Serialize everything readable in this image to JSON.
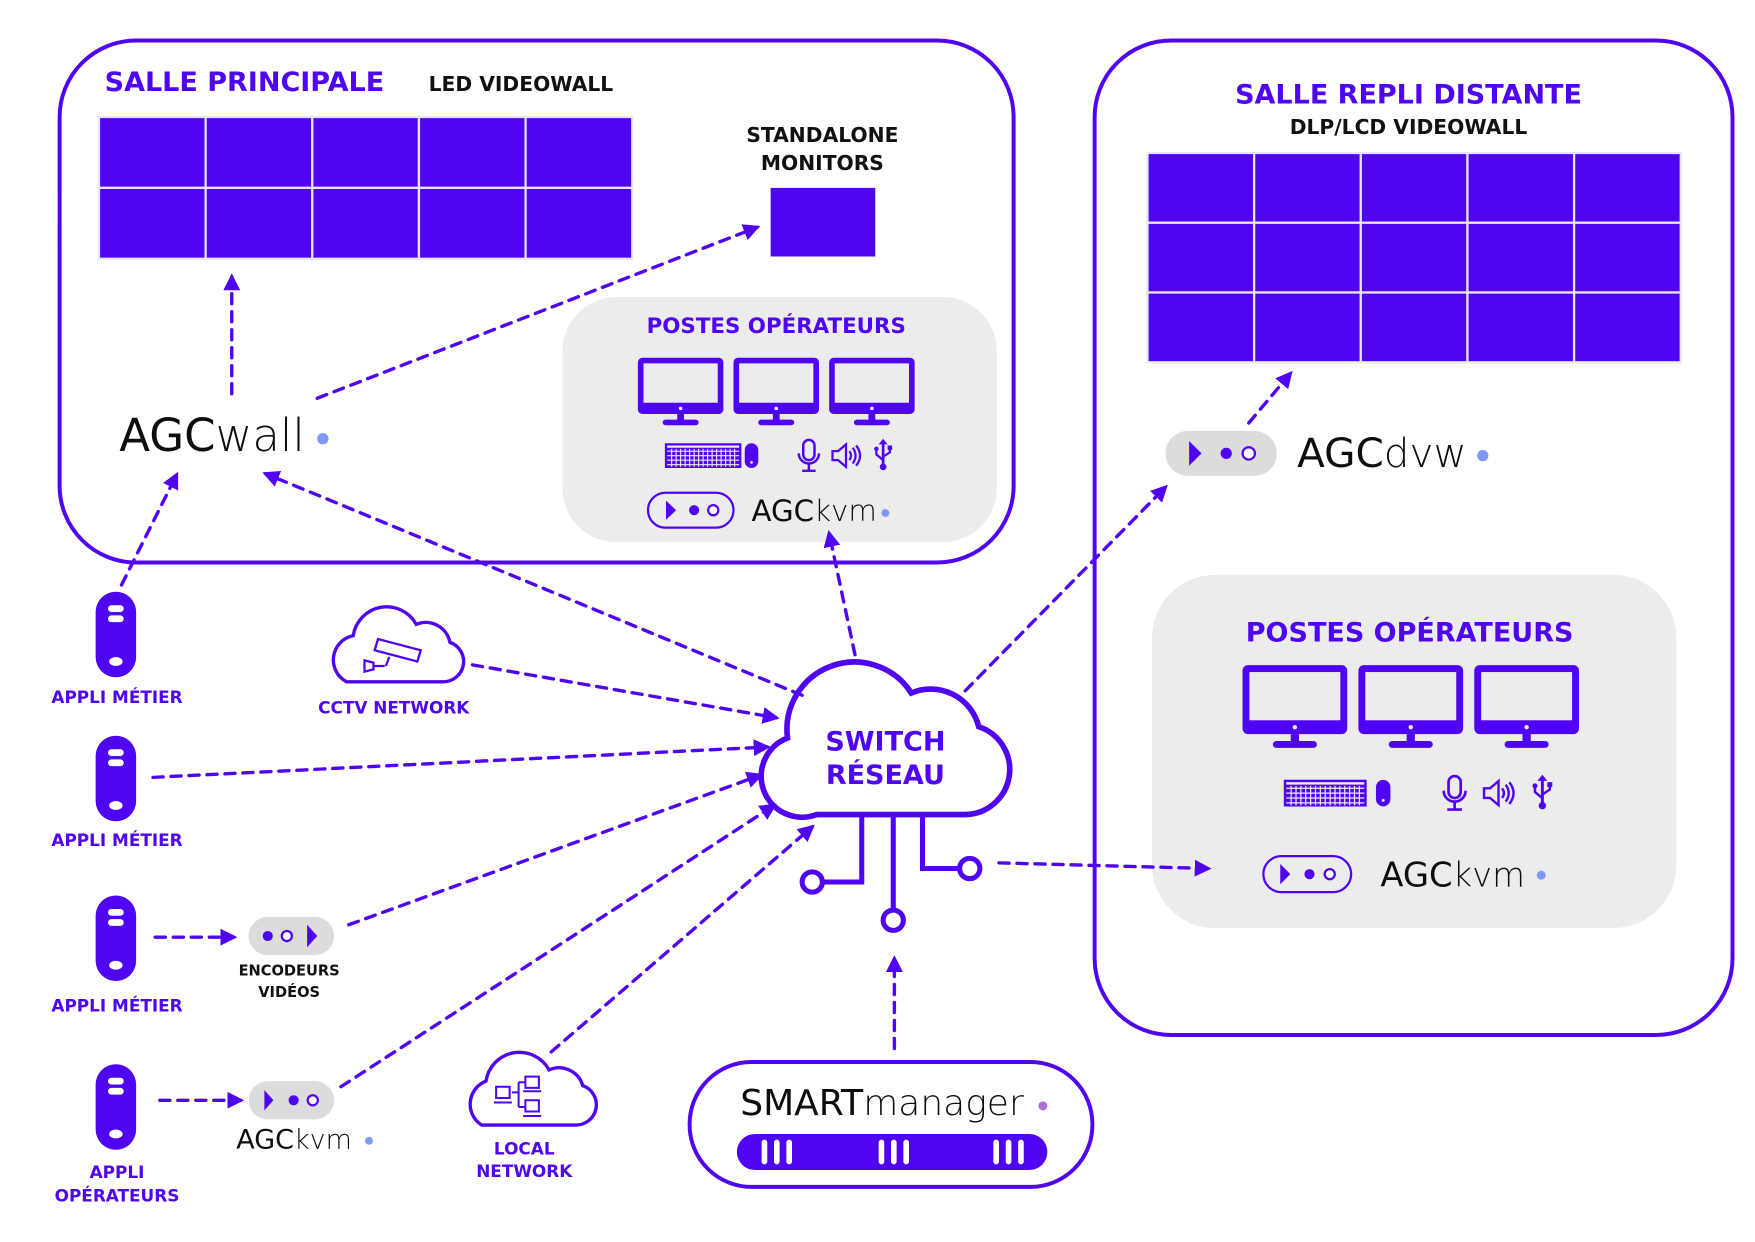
{
  "colors": {
    "primary": "#4f05f2",
    "panel_gray": "#ececec",
    "pill_gray": "#dcdcdc",
    "text_black": "#111111",
    "dot_blue": "#7f98f5",
    "dot_violet": "#b06fd0"
  },
  "salle_principale": {
    "title": "SALLE PRINCIPALE",
    "videowall_label": "LED VIDEOWALL",
    "videowall_grid": {
      "rows": 2,
      "cols": 5
    },
    "standalone_label_line1": "STANDALONE",
    "standalone_label_line2": "MONITORS",
    "agcwall": {
      "prefix": "AGC",
      "suffix": "wall"
    },
    "postes": {
      "title": "POSTES OPÉRATEURS",
      "monitors": 3,
      "peripherals": [
        "keyboard-icon",
        "mouse-icon",
        "microphone-icon",
        "speaker-icon",
        "usb-icon"
      ],
      "agckvm": {
        "prefix": "AGC",
        "suffix": "kvm"
      }
    }
  },
  "salle_repli": {
    "title": "SALLE REPLI DISTANTE",
    "videowall_label": "DLP/LCD VIDEOWALL",
    "videowall_grid": {
      "rows": 3,
      "cols": 5
    },
    "agcdvw": {
      "prefix": "AGC",
      "suffix": "dvw"
    },
    "postes": {
      "title": "POSTES OPÉRATEURS",
      "monitors": 3,
      "peripherals": [
        "keyboard-icon",
        "mouse-icon",
        "microphone-icon",
        "speaker-icon",
        "usb-icon"
      ],
      "agckvm": {
        "prefix": "AGC",
        "suffix": "kvm"
      }
    }
  },
  "sources": [
    {
      "label": "APPLI MÉTIER"
    },
    {
      "label": "APPLI MÉTIER"
    },
    {
      "label": "APPLI MÉTIER"
    },
    {
      "label_line1": "APPLI",
      "label_line2": "OPÉRATEURS"
    }
  ],
  "cctv": {
    "label": "CCTV NETWORK"
  },
  "encodeurs": {
    "label_line1": "ENCODEURS",
    "label_line2": "VIDÉOS"
  },
  "source_agckvm": {
    "prefix": "AGC",
    "suffix": "kvm"
  },
  "local_network": {
    "label_line1": "LOCAL",
    "label_line2": "NETWORK"
  },
  "switch": {
    "label_line1": "SWITCH",
    "label_line2": "RÉSEAU"
  },
  "smartmanager": {
    "prefix": "SMART",
    "suffix": "manager"
  }
}
